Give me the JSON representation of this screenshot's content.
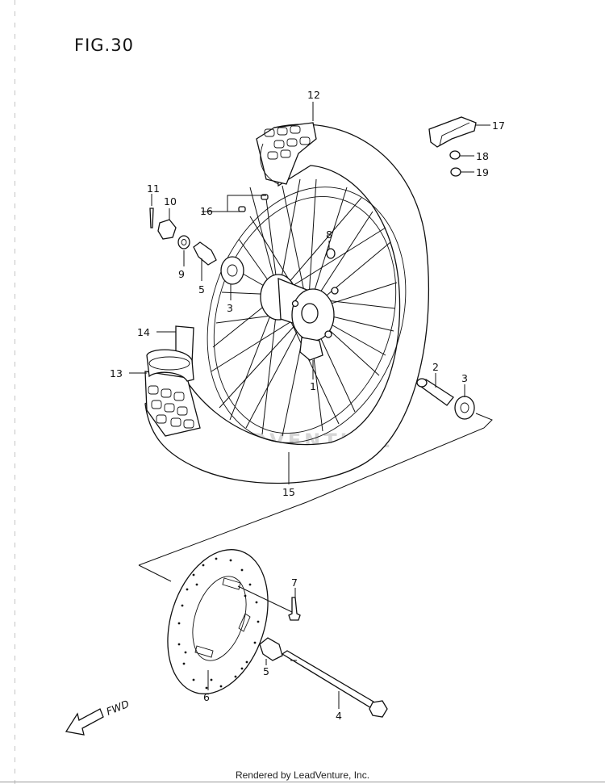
{
  "figure": {
    "title": "FIG.30"
  },
  "labels": {
    "l1": "1",
    "l2": "2",
    "l3a": "3",
    "l3b": "3",
    "l4": "4",
    "l5a": "5",
    "l5b": "5",
    "l6": "6",
    "l7": "7",
    "l8": "8",
    "l9": "9",
    "l10": "10",
    "l11": "11",
    "l12": "12",
    "l13": "13",
    "l14": "14",
    "l15": "15",
    "l16": "16",
    "l17": "17",
    "l18": "18",
    "l19": "19"
  },
  "direction": {
    "fwd": "FWD"
  },
  "watermark": "LEADVENTURE",
  "footer": "Rendered by LeadVenture, Inc."
}
